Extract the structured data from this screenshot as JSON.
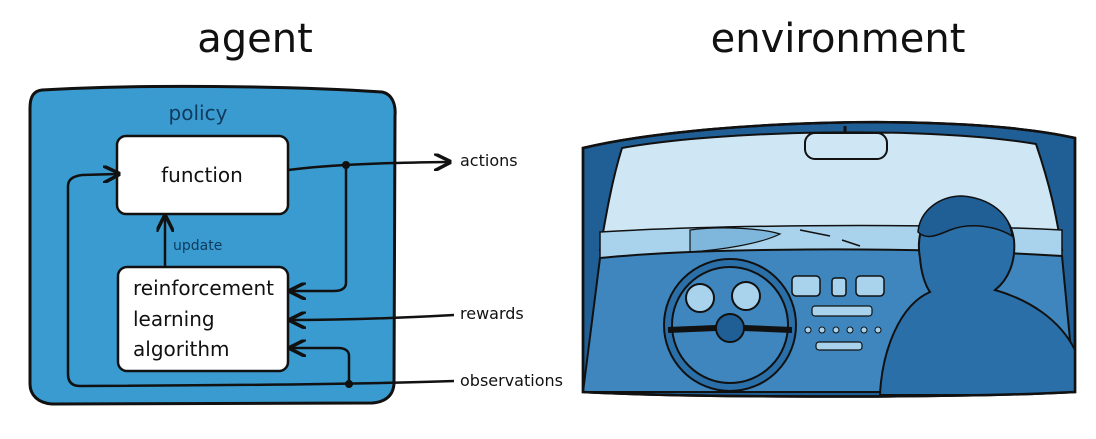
{
  "agent_title": "agent",
  "environment_title": "environment",
  "policy_label": "policy",
  "function_label": "function",
  "update_label": "update",
  "rl_box_lines": [
    "reinforcement",
    "learning",
    "algorithm"
  ],
  "signals": {
    "actions": "actions",
    "rewards": "rewards",
    "observations": "observations"
  },
  "colors": {
    "policy_fill": "#3a9bd0",
    "env_dark": "#1f5f96",
    "env_mid": "#3e86bd",
    "env_light": "#a9d3ec",
    "stroke": "#111111"
  }
}
